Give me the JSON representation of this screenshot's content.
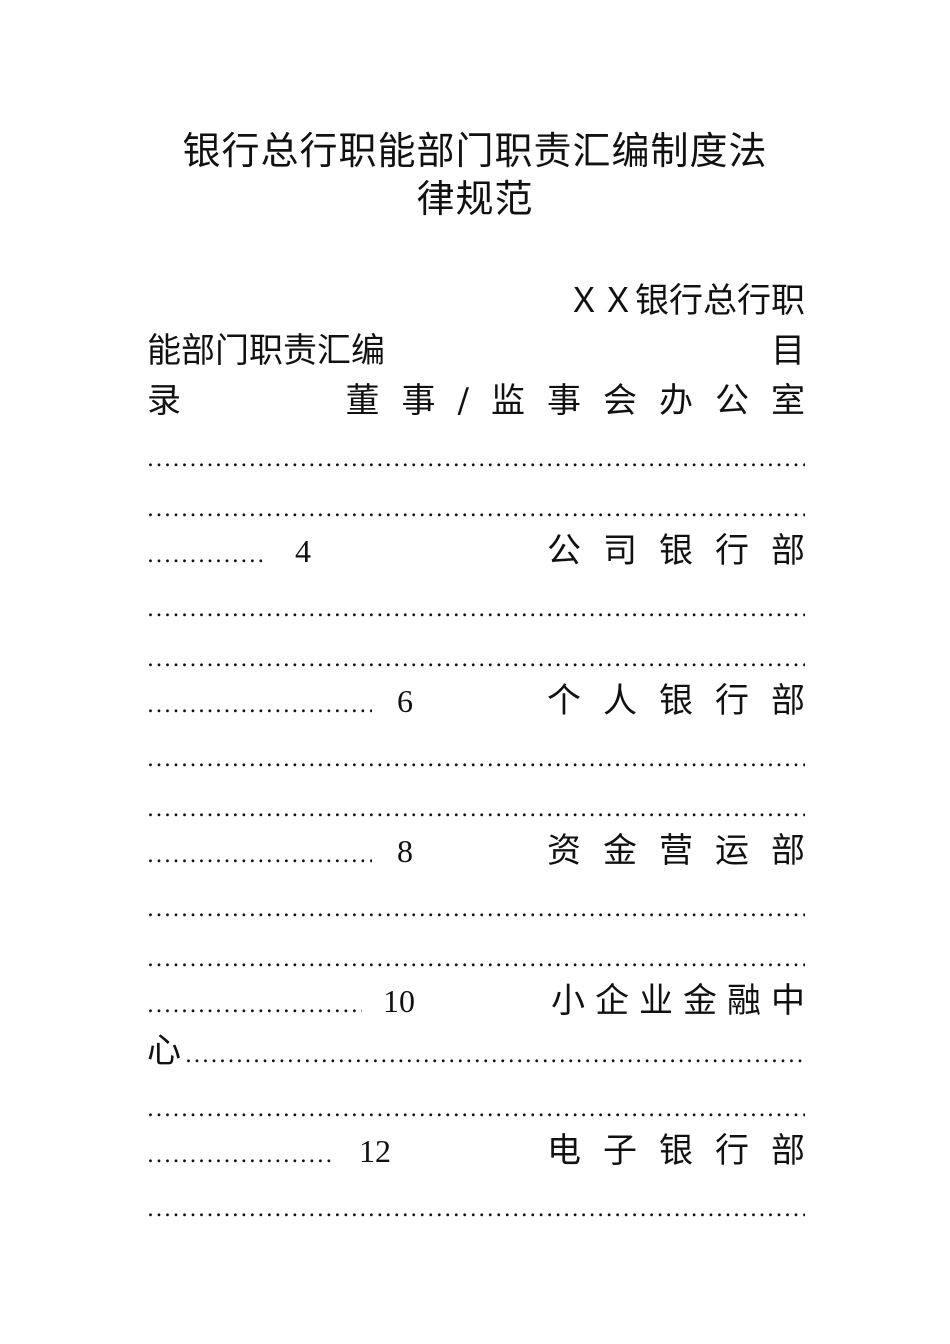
{
  "doc": {
    "title_line1": "银行总行职能部门职责汇编制度法",
    "title_line2": "律规范",
    "header_right": "ＸＸ银行总行职",
    "header_left2": "能部门职责汇编",
    "mulu_char1": "目",
    "mulu_char2": "录",
    "first_entry": "董事/监事会办公室"
  },
  "toc": [
    {
      "page": "4",
      "next": "公司银行部"
    },
    {
      "page": "6",
      "next": "个人银行部"
    },
    {
      "page": "8",
      "next": "资金营运部"
    },
    {
      "page": "10",
      "next": "小企业金融中"
    },
    {
      "page": "12",
      "next": "电子银行部"
    }
  ],
  "toc_extra": {
    "xin": "心"
  },
  "dots": "......................................................................................................................"
}
